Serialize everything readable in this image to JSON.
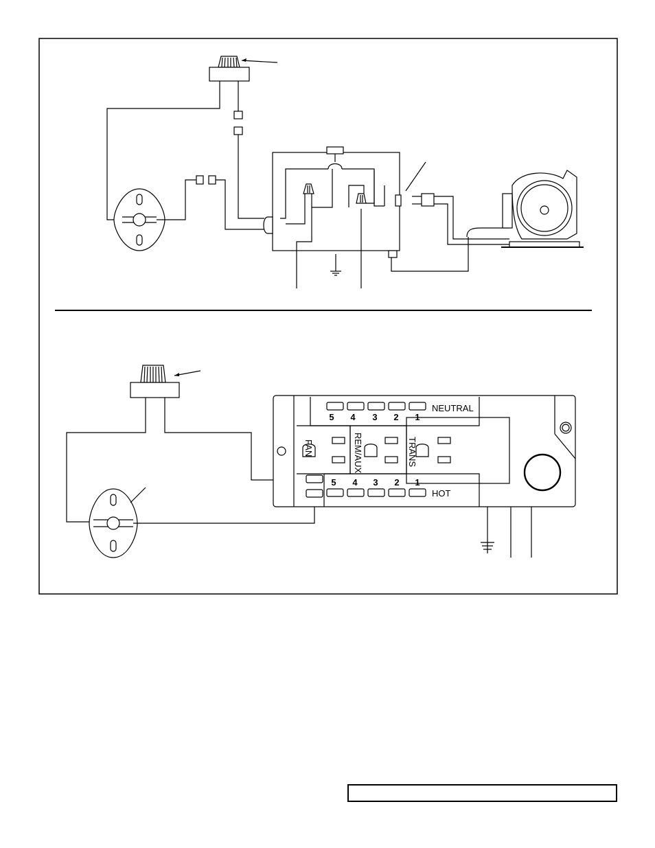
{
  "board": {
    "neutral_label": "NEUTRAL",
    "hot_label": "HOT",
    "fan_label": "FAN",
    "rem_aux_label": "REM/AUX",
    "trans_label": "TRANS",
    "terminal_numbers": [
      "5",
      "4",
      "3",
      "2",
      "1"
    ]
  },
  "footer": {
    "text": ""
  }
}
